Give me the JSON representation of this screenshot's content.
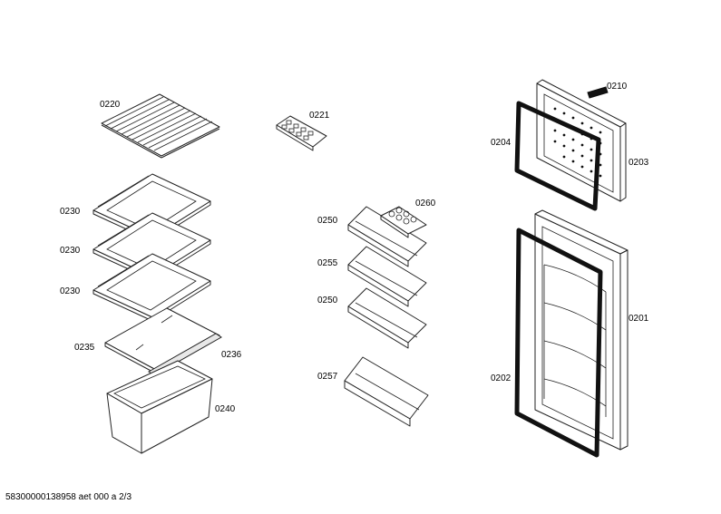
{
  "labels": {
    "p0220": "0220",
    "p0221": "0221",
    "p0230a": "0230",
    "p0230b": "0230",
    "p0230c": "0230",
    "p0235": "0235",
    "p0236": "0236",
    "p0240": "0240",
    "p0250a": "0250",
    "p0260": "0260",
    "p0255": "0255",
    "p0250b": "0250",
    "p0257": "0257",
    "p0210": "0210",
    "p0204": "0204",
    "p0203": "0203",
    "p0201": "0201",
    "p0202": "0202"
  },
  "footer": "58300000138958 aet 000 a 2/3"
}
